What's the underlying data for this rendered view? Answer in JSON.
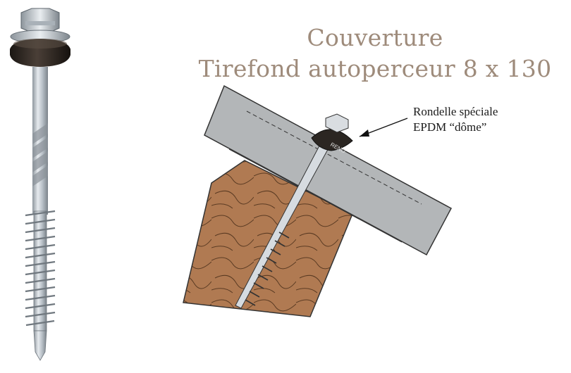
{
  "title": {
    "line1": "Couverture",
    "line2": "Tirefond autoperceur 8 x 130"
  },
  "callout": {
    "line1": "Rondelle spéciale",
    "line2": "EPDM “dôme”"
  },
  "illustration": {
    "screw_photo_icon": "self-drilling-screw-photo",
    "diagram_icon": "roof-fixing-diagram",
    "washer_mark": "RENO",
    "colors": {
      "title": "#9e8b7b",
      "wood": "#b07a52",
      "sheet": "#b3b6b8",
      "metal": "#c9d0d6",
      "washer": "#2b2622"
    }
  }
}
